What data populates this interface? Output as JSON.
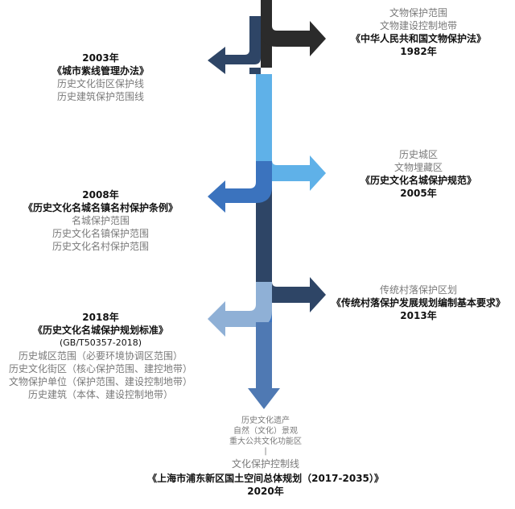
{
  "colors": {
    "dark": "#2b2b2b",
    "navy": "#2e4566",
    "sky": "#5fb1e8",
    "royal": "#3b73be",
    "pale": "#8fb0d6",
    "mid": "#4f79b3"
  },
  "entries": [
    {
      "id": "1982",
      "items": [
        "文物保护范围",
        "文物建设控制地带"
      ],
      "law": "《中华人民共和国文物保护法》",
      "year": "1982年"
    },
    {
      "id": "2003",
      "year": "2003年",
      "law": "《城市紫线管理办法》",
      "items": [
        "历史文化街区保护线",
        "历史建筑保护范围线"
      ]
    },
    {
      "id": "2005",
      "items": [
        "历史城区",
        "文物埋藏区"
      ],
      "law": "《历史文化名城保护规范》",
      "year": "2005年"
    },
    {
      "id": "2008",
      "year": "2008年",
      "law": "《历史文化名城名镇名村保护条例》",
      "items": [
        "名城保护范围",
        "历史文化名镇保护范围",
        "历史文化名村保护范围"
      ]
    },
    {
      "id": "2013",
      "items": [
        "传统村落保护区划"
      ],
      "law": "《传统村落保护发展规划编制基本要求》",
      "year": "2013年"
    },
    {
      "id": "2018",
      "year": "2018年",
      "law": "《历史文化名城保护规划标准》",
      "sub": "(GB/T50357-2018)",
      "items": [
        "历史城区范围（必要环境协调区范围）",
        "历史文化街区（核心保护范围、建控地带）",
        "文物保护单位（保护范围、建设控制地带）",
        "历史建筑（本体、建设控制地带）"
      ]
    },
    {
      "id": "2020",
      "items": [
        "历史文化遗产",
        "自然（文化）景观",
        "重大公共文化功能区",
        "|",
        "文化保护控制线"
      ],
      "law": "《上海市浦东新区国土空间总体规划（2017-2035）》",
      "year": "2020年"
    }
  ]
}
